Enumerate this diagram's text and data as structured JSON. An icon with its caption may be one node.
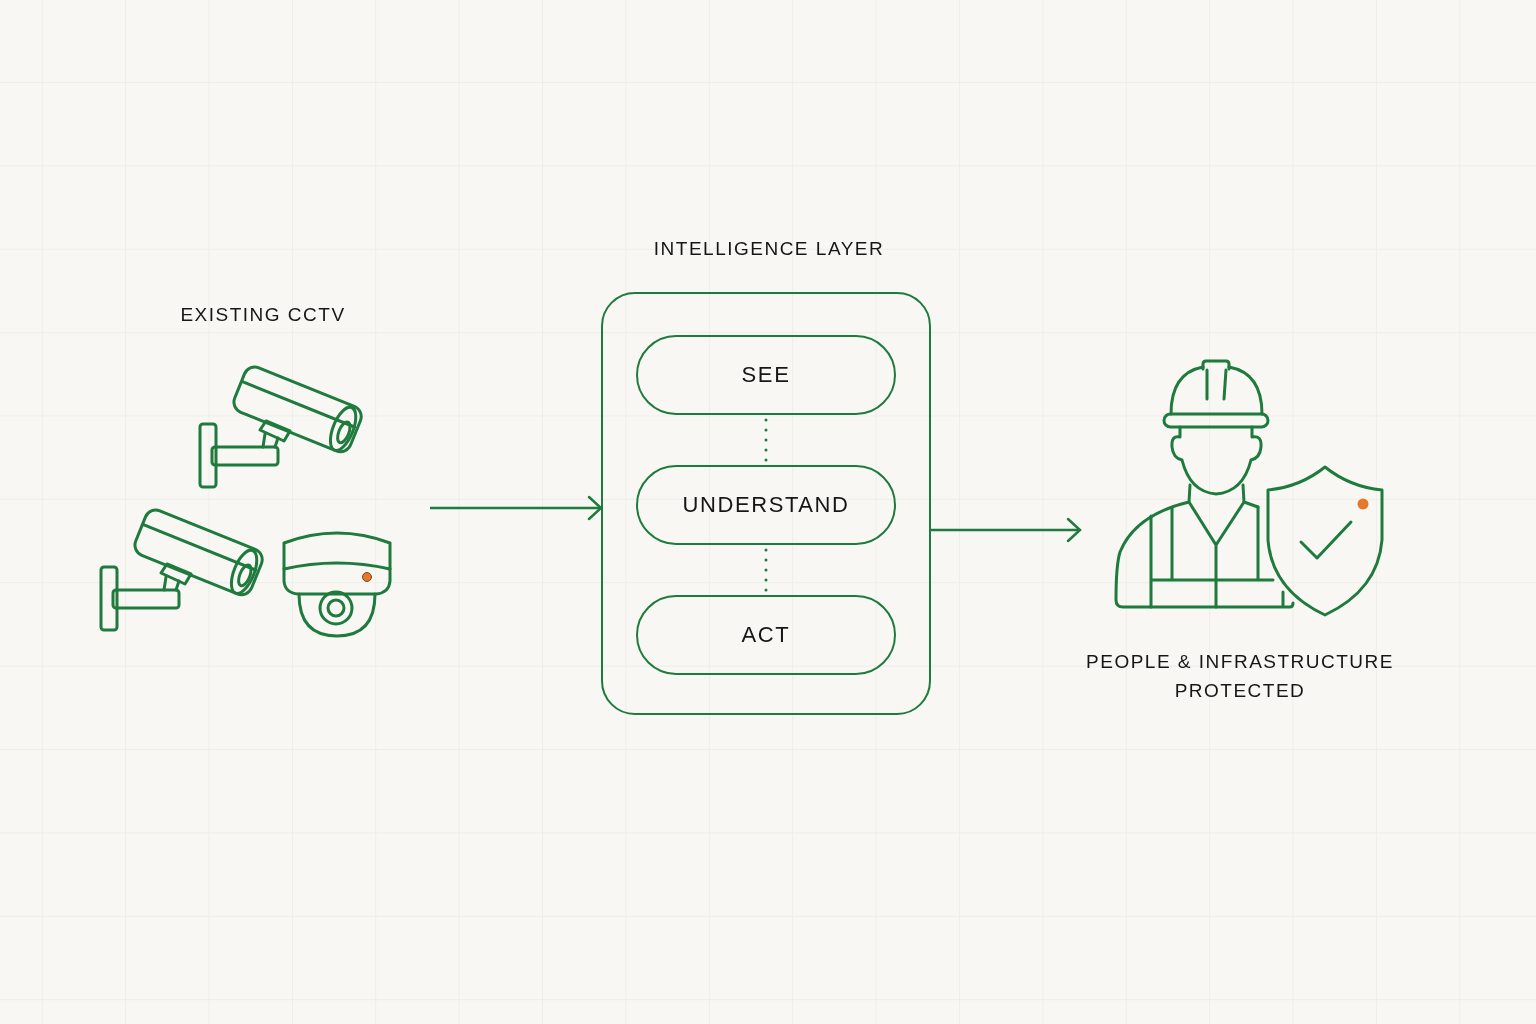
{
  "diagram": {
    "nodes": [
      {
        "text": [
          "EXISTING CCTV"
        ]
      },
      {
        "text": [
          "INTELLIGENCE LAYER"
        ]
      },
      {
        "text": [
          "SEE"
        ],
        "in": 1
      },
      {
        "text": [
          "UNDERSTAND"
        ],
        "in": 1
      },
      {
        "text": [
          "ACT"
        ],
        "in": 1
      },
      {
        "text": [
          "PEOPLE & INFRASTRUCTURE PROTECTED"
        ]
      }
    ],
    "edges": [
      {
        "from": 0,
        "to": 1,
        "arrow": "to"
      },
      {
        "from": 2,
        "to": 3,
        "arrow": "none",
        "style": "dashed"
      },
      {
        "from": 3,
        "to": 4,
        "arrow": "none",
        "style": "dashed"
      },
      {
        "from": 1,
        "to": 5,
        "arrow": "to"
      }
    ]
  }
}
